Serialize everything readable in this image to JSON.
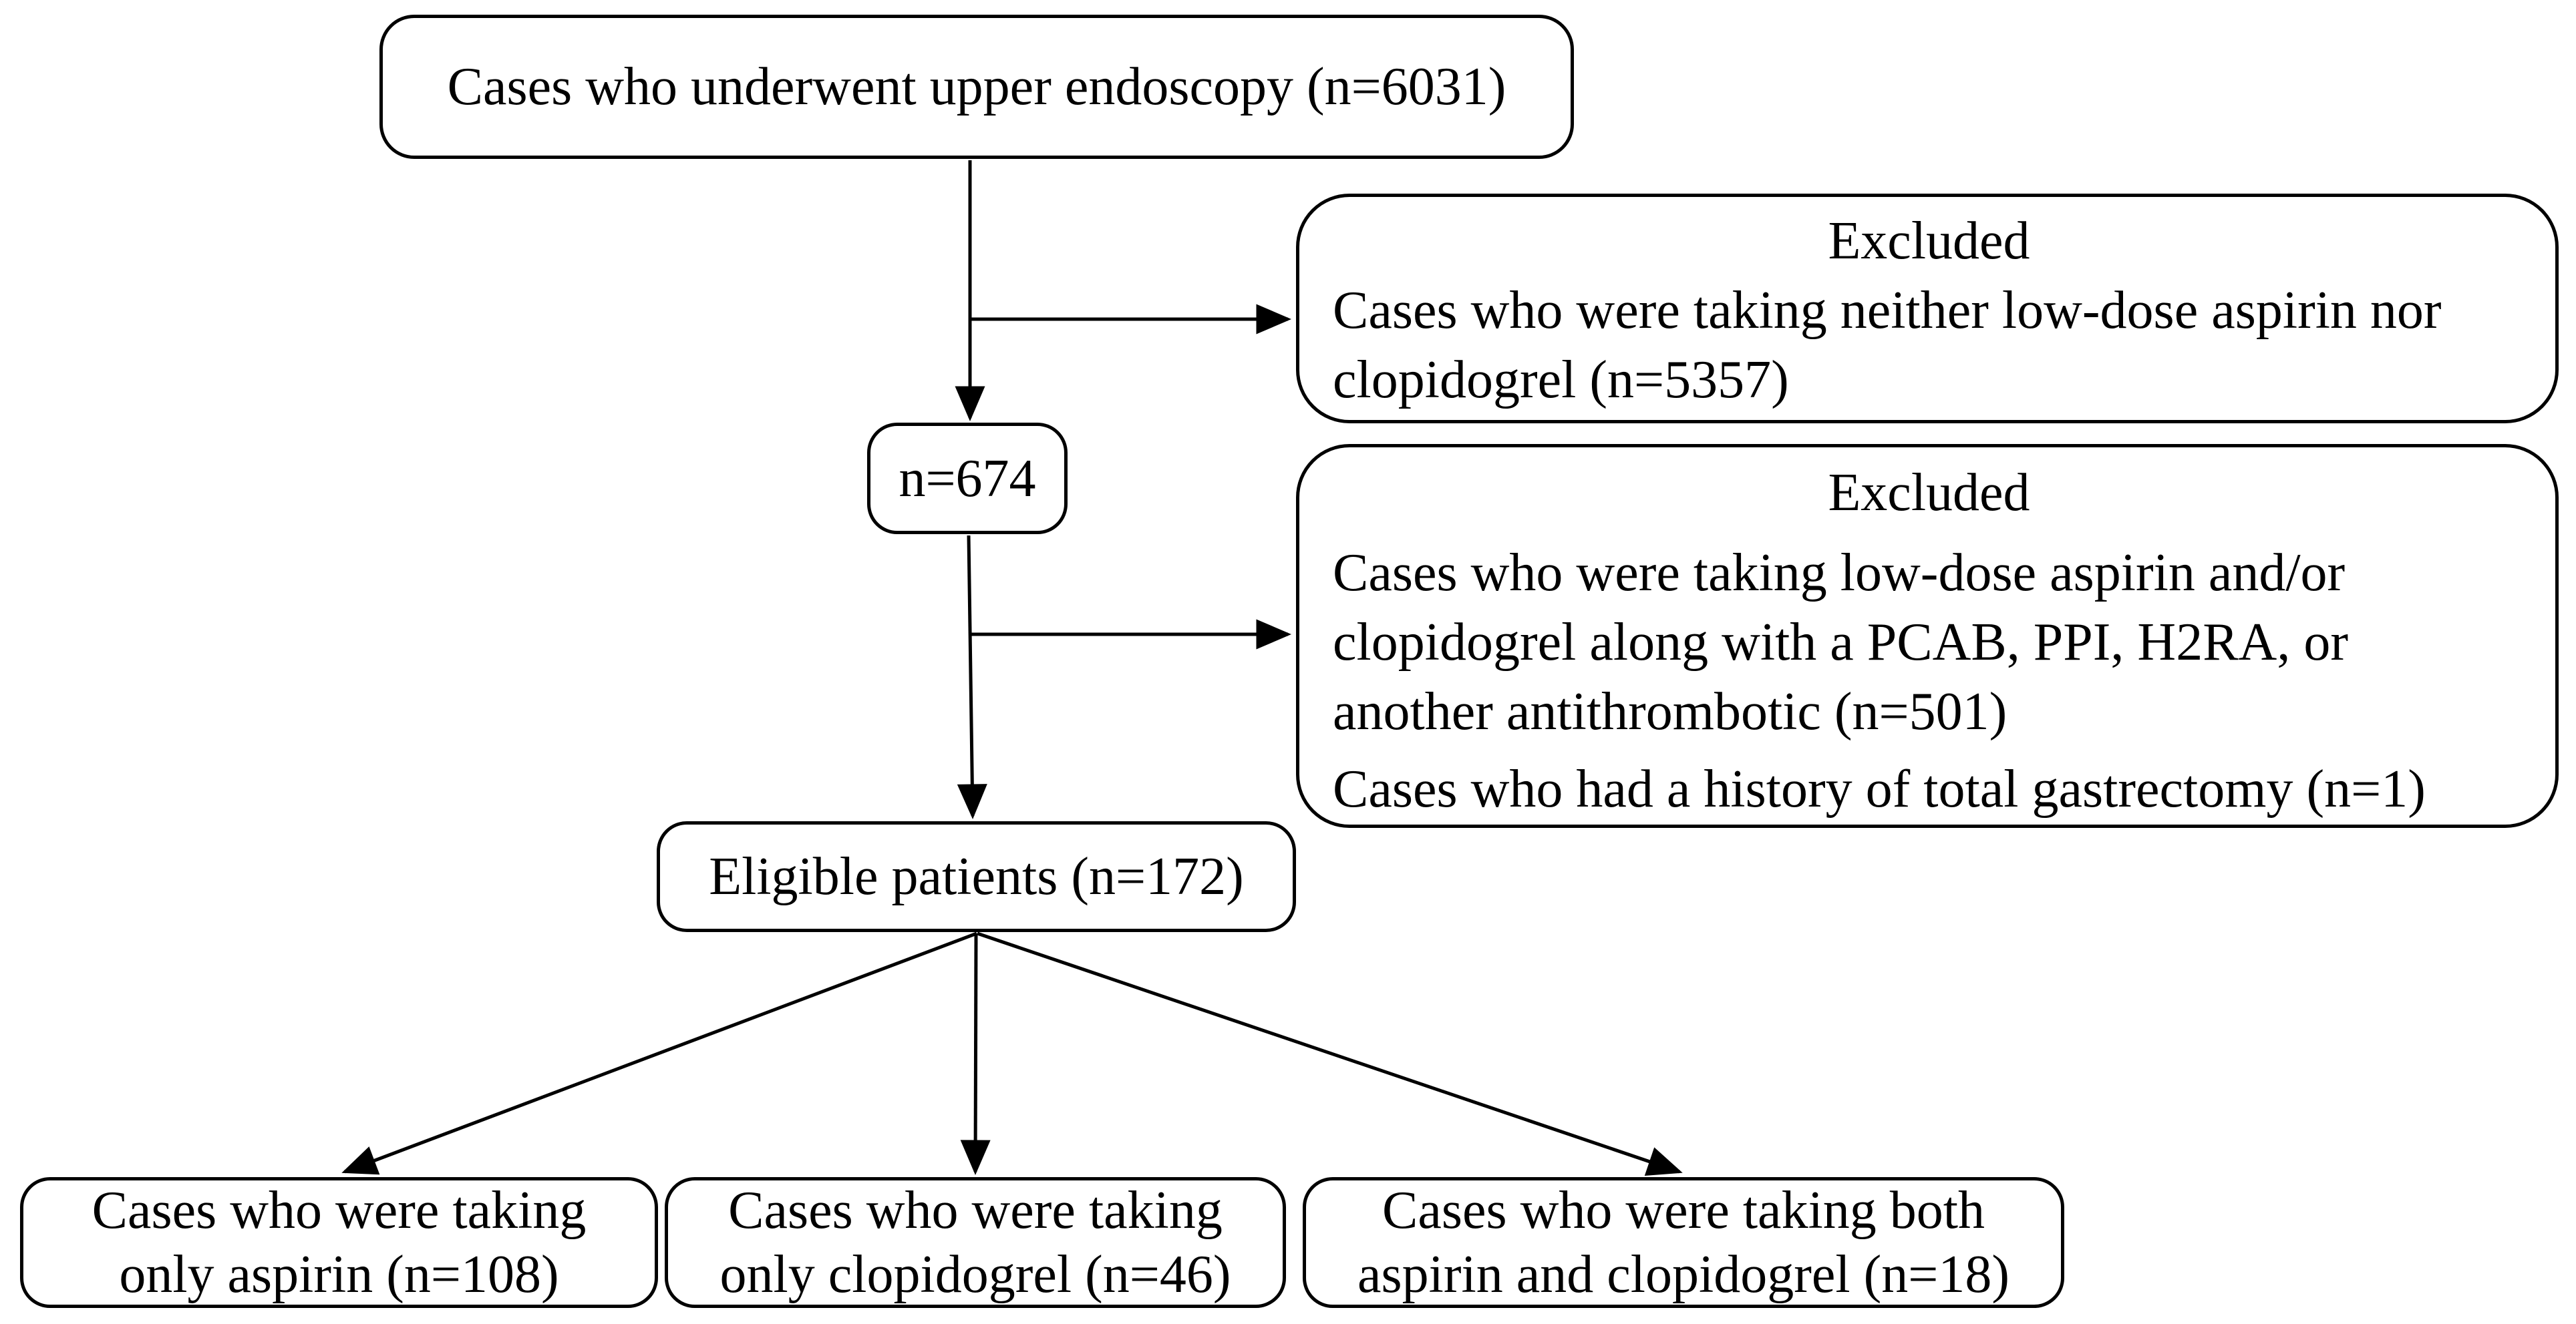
{
  "colors": {
    "background": "#ffffff",
    "border": "#000000",
    "text": "#000000",
    "arrow": "#000000"
  },
  "boxes": {
    "endoscopy": {
      "text": "Cases who underwent upper endoscopy (n=6031)"
    },
    "excluded1": {
      "title": "Excluded",
      "body_lines": [
        "Cases who were taking neither low-dose aspirin nor",
        "clopidogrel (n=5357)"
      ]
    },
    "n674": {
      "text": "n=674"
    },
    "excluded2": {
      "title": "Excluded",
      "para1_lines": [
        "Cases who were taking low-dose aspirin and/or",
        "clopidogrel along with a PCAB, PPI, H2RA, or",
        "another antithrombotic (n=501)"
      ],
      "para2": "Cases who had a history of total gastrectomy (n=1)"
    },
    "eligible": {
      "text": "Eligible patients (n=172)"
    },
    "aspirin": {
      "lines": [
        "Cases who were taking",
        "only aspirin (n=108)"
      ]
    },
    "clopidogrel": {
      "lines": [
        "Cases who were taking",
        "only clopidogrel (n=46)"
      ]
    },
    "both": {
      "lines": [
        "Cases who were taking both",
        "aspirin and clopidogrel (n=18)"
      ]
    }
  },
  "arrows": [
    {
      "from": "endoscopy",
      "to": "n674"
    },
    {
      "from": "endoscopy-to-n674-line",
      "to": "excluded1"
    },
    {
      "from": "n674",
      "to": "eligible"
    },
    {
      "from": "n674-to-eligible-line",
      "to": "excluded2"
    },
    {
      "from": "eligible",
      "to": "aspirin"
    },
    {
      "from": "eligible",
      "to": "clopidogrel"
    },
    {
      "from": "eligible",
      "to": "both"
    }
  ]
}
